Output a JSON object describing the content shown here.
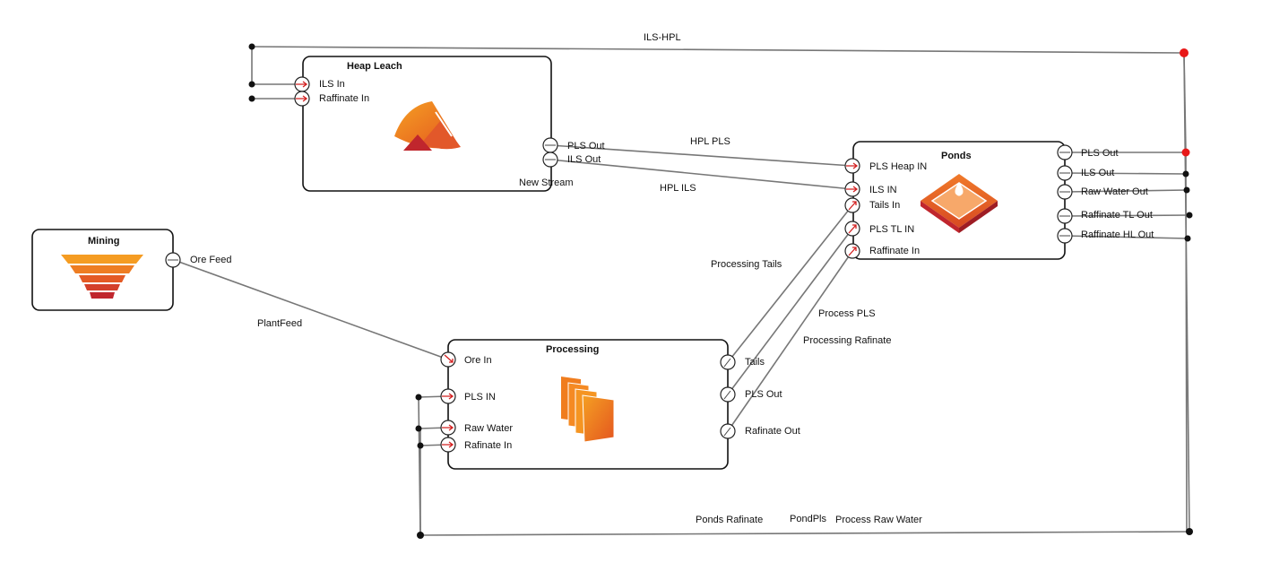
{
  "nodes": {
    "heap_leach": {
      "title": "Heap Leach",
      "inputs": [
        "ILS In",
        "Raffinate In"
      ],
      "outputs": [
        "PLS Out",
        "ILS Out"
      ],
      "caption": "New Stream",
      "icon": "heap-icon"
    },
    "ponds": {
      "title": "Ponds",
      "inputs": [
        "PLS Heap IN",
        "ILS IN",
        "Tails In",
        "PLS TL IN",
        "Raffinate In"
      ],
      "outputs": [
        "PLS Out",
        "ILS Out",
        "Raw Water Out",
        "Raffinate TL Out",
        "Raffinate HL Out"
      ],
      "icon": "pond-icon"
    },
    "mining": {
      "title": "Mining",
      "outputs": [
        "Ore Feed"
      ],
      "icon": "funnel-icon"
    },
    "processing": {
      "title": "Processing",
      "inputs": [
        "Ore In",
        "PLS IN",
        "Raw Water",
        "Rafinate In"
      ],
      "outputs": [
        "Tails",
        "PLS Out",
        "Rafinate Out"
      ],
      "icon": "documents-icon"
    }
  },
  "connections": {
    "ils_hpl": "ILS-HPL",
    "hpl_pls": "HPL PLS",
    "hpl_ils": "HPL ILS",
    "plant_feed": "PlantFeed",
    "processing_tails": "Processing Tails",
    "process_pls": "Process PLS",
    "processing_rafinate": "Processing Rafinate",
    "ponds_rafinate": "Ponds Rafinate",
    "pond_pls": "PondPls",
    "process_raw_water": "Process Raw Water"
  },
  "colors": {
    "accent_orange": "#f07d1e",
    "accent_red": "#c0262d",
    "highlight_dot": "#e81818",
    "port_arrow": "#d32020",
    "connector": "#777777"
  }
}
